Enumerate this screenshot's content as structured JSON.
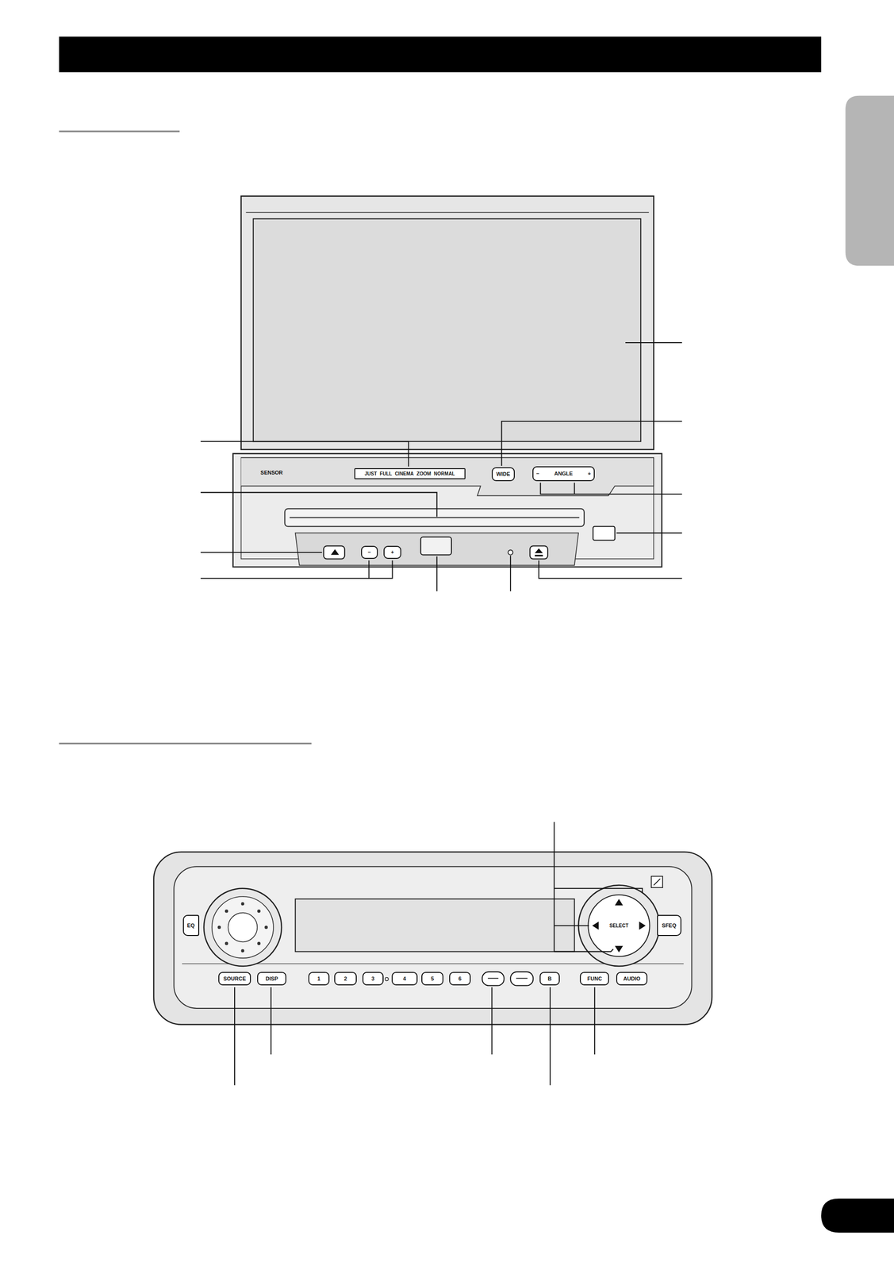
{
  "diagram": {
    "nodes": [
      {
        "text": [
          "JUST",
          "FULL",
          "CINEMA",
          "ZOOM",
          "NORMAL"
        ]
      },
      {
        "text": [
          "WIDE"
        ]
      },
      {
        "text": [
          "−",
          "ANGLE",
          "+"
        ]
      },
      {
        "text": [
          "−"
        ]
      },
      {
        "text": [
          "+"
        ]
      },
      {
        "text": [
          "EQ"
        ]
      },
      {
        "text": [
          "SFEQ"
        ]
      },
      {
        "text": [
          "SELECT"
        ]
      },
      {
        "text": [
          "SOURCE"
        ]
      },
      {
        "text": [
          "DISP"
        ]
      },
      {
        "text": [
          "1"
        ]
      },
      {
        "text": [
          "2"
        ]
      },
      {
        "text": [
          "3"
        ]
      },
      {
        "text": [
          "4"
        ]
      },
      {
        "text": [
          "5"
        ]
      },
      {
        "text": [
          "6"
        ]
      },
      {
        "text": [
          "B"
        ]
      },
      {
        "text": [
          "FUNC"
        ]
      },
      {
        "text": [
          "AUDIO"
        ]
      }
    ],
    "labels": [
      "SENSOR"
    ]
  }
}
